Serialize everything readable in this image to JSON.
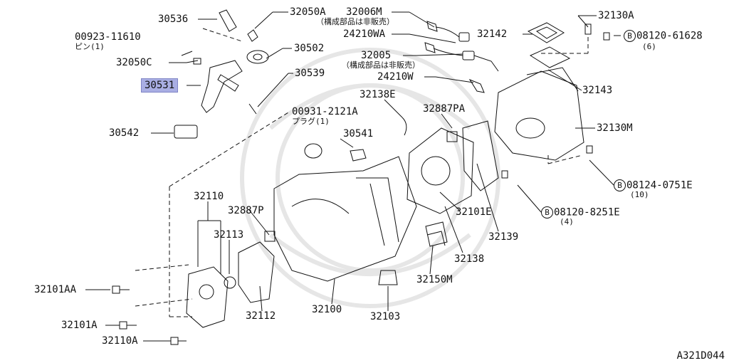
{
  "diagram_id": "A321D044",
  "selected_part": "30531",
  "labels": {
    "p30536": "30536",
    "p32050A": "32050A",
    "p32006M": "32006M",
    "p32006M_note": "（構成部品は非販売）",
    "p24210WA": "24210WA",
    "p00923": "00923-11610",
    "p00923_note": "ピン(1)",
    "p32050C": "32050C",
    "p30502": "30502",
    "p32005": "32005",
    "p32005_note": "（構成部品は非販売）",
    "p24210W": "24210W",
    "p30531": "30531",
    "p30539": "30539",
    "p32138E": "32138E",
    "p00931": "00931-2121A",
    "p00931_note": "プラグ(1)",
    "p32887PA": "32887PA",
    "p30541": "30541",
    "p30542": "30542",
    "p32130A": "32130A",
    "p32142": "32142",
    "p08120_61628": "08120-61628",
    "p08120_61628_qty": "(6)",
    "p32143": "32143",
    "p32130M": "32130M",
    "p08124": "08124-0751E",
    "p08124_qty": "(10)",
    "p08120_8251E": "08120-8251E",
    "p08120_8251E_qty": "(4)",
    "p32110": "32110",
    "p32887P": "32887P",
    "p32113": "32113",
    "p32101E": "32101E",
    "p32139": "32139",
    "p32138": "32138",
    "p32150M": "32150M",
    "p32101AA": "32101AA",
    "p32101A": "32101A",
    "p32110A": "32110A",
    "p32112": "32112",
    "p32100": "32100",
    "p32103": "32103",
    "bolt_marker": "B"
  }
}
